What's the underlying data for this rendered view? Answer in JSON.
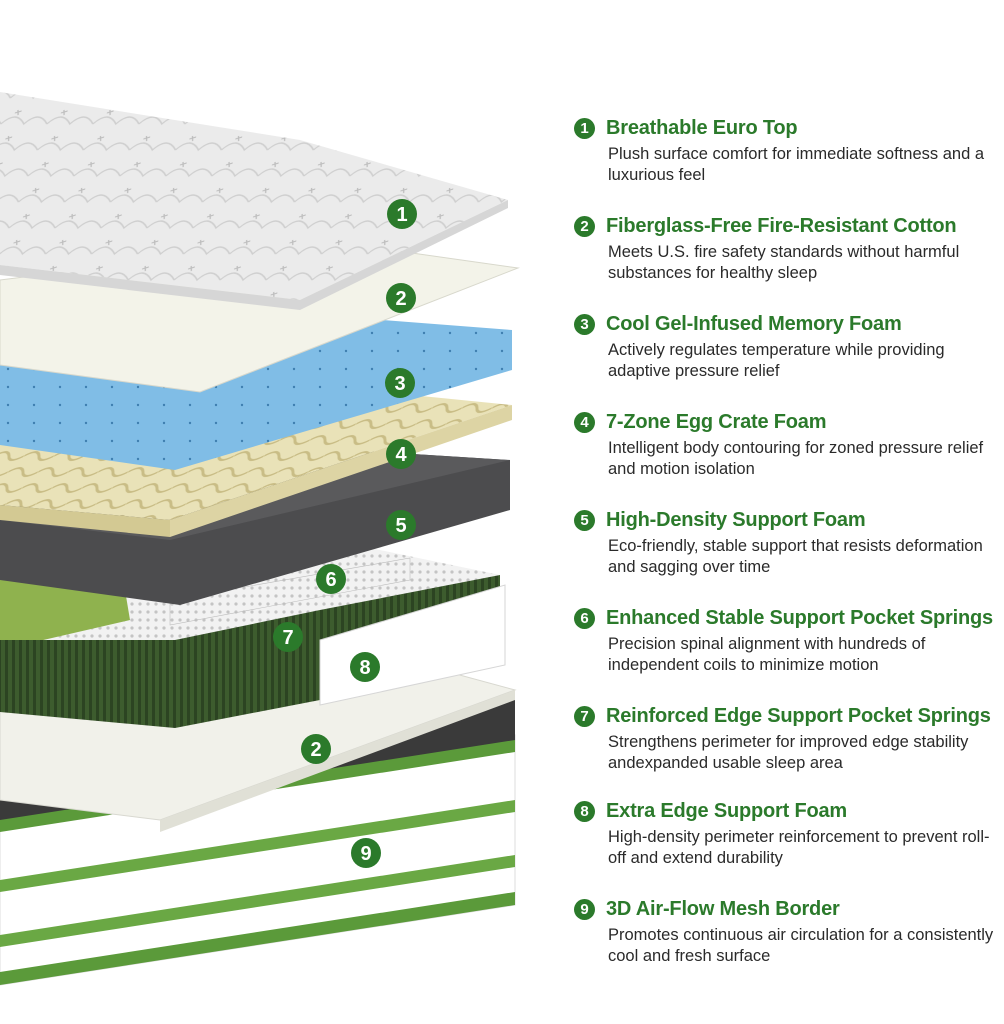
{
  "layer_badges": {
    "b1": "1",
    "b2": "2",
    "b3": "3",
    "b4": "4",
    "b5": "5",
    "b6": "6",
    "b7": "7",
    "b8": "8",
    "b2b": "2",
    "b9": "9"
  },
  "legend": {
    "items": [
      {
        "number": "1",
        "title": "Breathable Euro Top",
        "description": "Plush surface comfort for immediate softness and a luxurious feel"
      },
      {
        "number": "2",
        "title": "Fiberglass-Free Fire-Resistant Cotton",
        "description": "Meets U.S. fire safety standards without harmful substances for healthy sleep"
      },
      {
        "number": "3",
        "title": "Cool Gel-Infused Memory Foam",
        "description": "Actively regulates temperature while providing adaptive pressure relief"
      },
      {
        "number": "4",
        "title": "7-Zone Egg Crate Foam",
        "description": "Intelligent body contouring for zoned pressure relief and motion isolation"
      },
      {
        "number": "5",
        "title": " High-Density Support Foam",
        "description": "Eco-friendly, stable support that resists deformation and sagging over time"
      },
      {
        "number": "6",
        "title": "Enhanced Stable Support Pocket Springs",
        "description": "Precision spinal alignment with hundreds of independent coils to minimize motion"
      },
      {
        "number": "7",
        "title": "Reinforced Edge Support Pocket Springs",
        "description": "Strengthens perimeter for improved edge stability andexpanded usable sleep area"
      },
      {
        "number": "8",
        "title": "Extra Edge Support Foam",
        "description": "High-density perimeter reinforcement to prevent roll-off and extend durability"
      },
      {
        "number": "9",
        "title": "3D Air-Flow Mesh Border",
        "description": "Promotes continuous air circulation for a consistently cool and fresh surface"
      }
    ]
  },
  "colors": {
    "accent_green": "#2b7a2b",
    "gel_blue": "#7ab8e0",
    "egg_crate": "#e8dfb4",
    "support_foam": "#4a4a4c",
    "coil_green": "#2f4a24"
  },
  "icons": {
    "legend_marker": "numbered-circle-icon"
  }
}
